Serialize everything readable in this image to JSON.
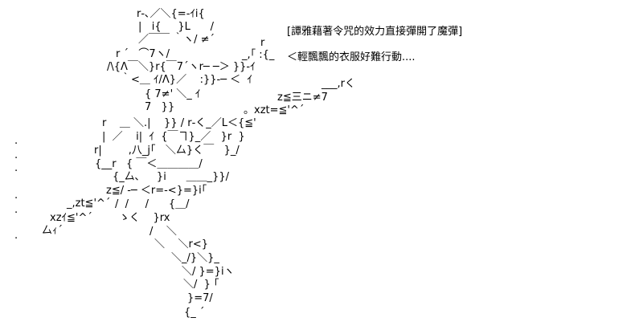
{
  "caption": {
    "title": "[譚雅藉著令咒的效力直接彈開了魔彈]",
    "speech": "＜輕飄飄的衣服好難行動...."
  },
  "art": {
    "lines": [
      "r‐､／＼{=‐ｲi{",
      "|   i{     }L      /",
      "／￣￣ ｀ヽ/ ≠´",
      "r ´   ⌒7ヽ/",
      "/\\{Λ￣＼}r{￣7´ヽr─ ─＞ }}‐ｲ",
      "｀<＿ ｲ/Λ}／    :}}‐─ ＜  ｲ",
      "{ 7≠' ＼_ ｲ",
      "7   }}",
      "r    ＿ ＼.|    }} / r‐く_／L＜{≦'",
      "|  ／    i|  ｲ  {￣ヿ}_／   }r  }",
      "r|        ,八_j｢   ＼厶}く￣   }_/",
      "{__r   { ￣＜＿＿＿＿/",
      "{_厶､     }i      ＿＿_}}/",
      "z≦/ ‐─ ＜r=‐<}=}i｢",
      "/  /     /      {＿/",
      "ゝく    }rx",
      "/    ＼",
      "＼    ＼r<}",
      "＼_/}＼}_",
      "＼/ }=}iヽ",
      "＼/  } ｢",
      "}=7/",
      "{_ ´"
    ],
    "left_lines": [
      "_,zt≦'^´",
      "xzｲ≦'^´",
      "厶ｨ´"
    ],
    "right_lines": [
      "r",
      "_,｢ :{_",
      "___,rく",
      "z≦三ニ≠7",
      "。xzt=≦'^´"
    ],
    "edge_marks": [
      ".",
      ".",
      ".",
      ".",
      ".",
      "."
    ]
  }
}
